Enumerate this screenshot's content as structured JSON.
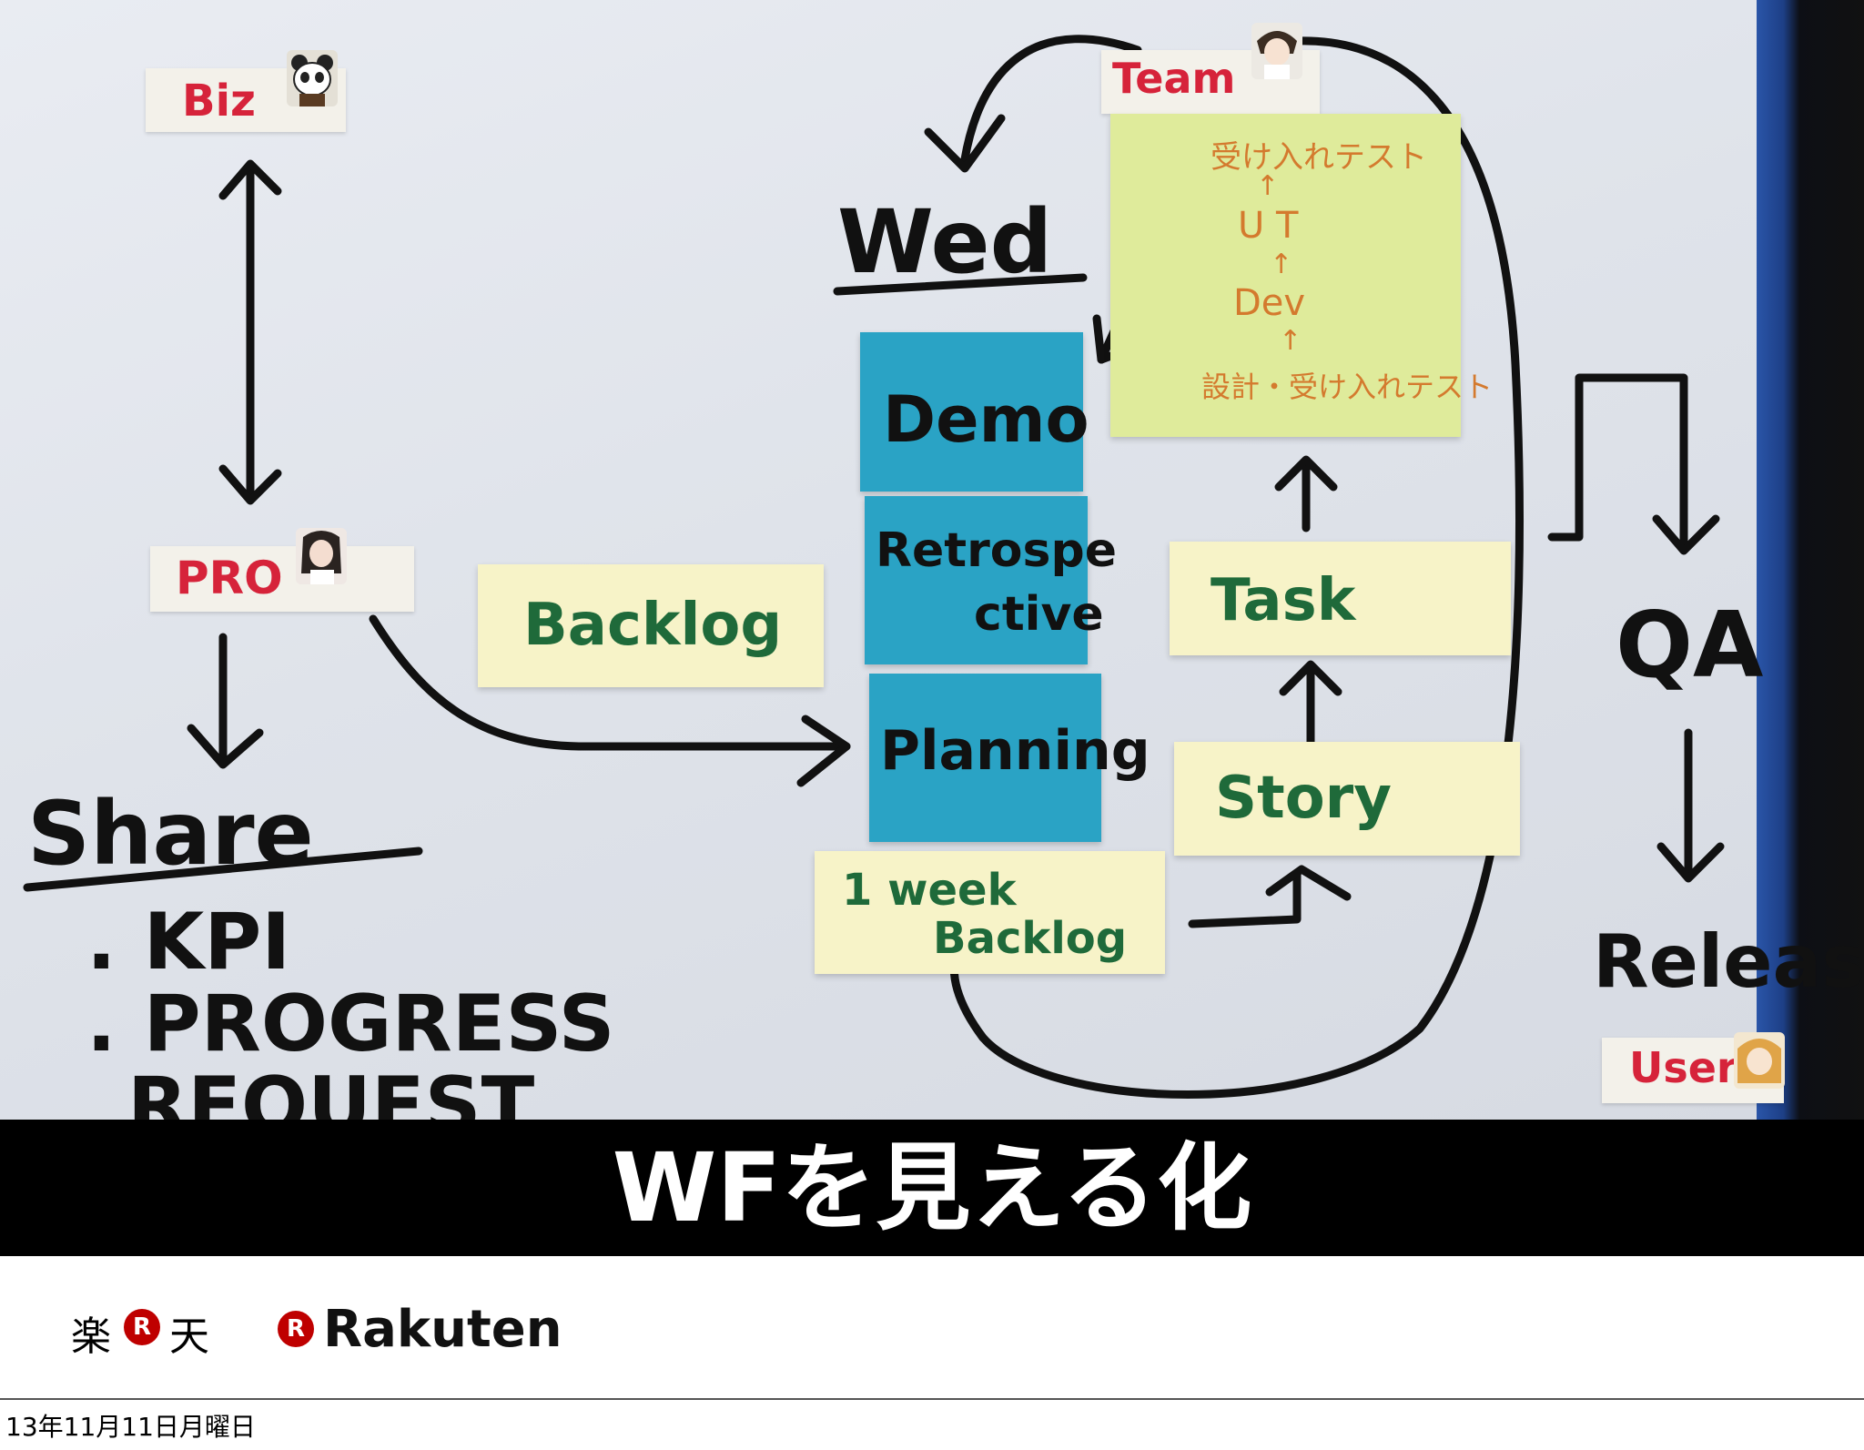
{
  "board": {
    "tags": {
      "biz": "Biz",
      "pro": "PRO",
      "team": "Team",
      "user": "User"
    },
    "wed": "Wed",
    "blue_stickies": {
      "demo": "Demo",
      "retro_line1": "Retrospe",
      "retro_line2": "ctive",
      "planning": "Planning"
    },
    "yellow_stickies": {
      "backlog": "Backlog",
      "task": "Task",
      "story": "Story",
      "week_line1": "1 week",
      "week_line2": "Backlog"
    },
    "green_sticky": {
      "line1": "受け入れテスト",
      "arrow1": "↑",
      "line2": "U T",
      "arrow2": "↑",
      "line3": "Dev",
      "arrow3": "↑",
      "line4": "設計・受け入れテスト"
    },
    "share": {
      "heading": "Share",
      "items": [
        ". KPI",
        ". PROGRESS",
        "REQUEST"
      ]
    },
    "qa": "QA",
    "release": "Release"
  },
  "title": "WFを見える化",
  "logo": {
    "kanji_left": "楽",
    "badge": "R",
    "kanji_right": "天",
    "wordmark": "Rakuten"
  },
  "footer_date": "13年11月11日月曜日"
}
